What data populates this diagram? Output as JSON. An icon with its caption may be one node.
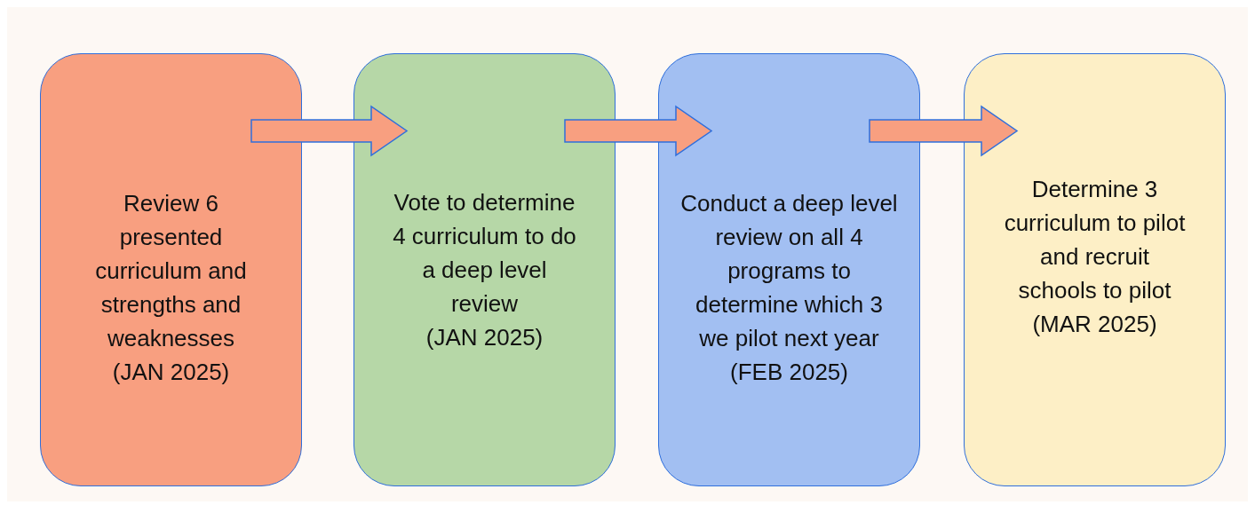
{
  "diagram": {
    "nodes": [
      {
        "text": [
          "Review 6 presented curriculum and strengths and weaknesses",
          "(JAN 2025)"
        ]
      },
      {
        "text": [
          "Vote to determine 4 curriculum to do a deep level review",
          "(JAN 2025)"
        ]
      },
      {
        "text": [
          "Conduct a deep level review on all 4 programs to determine which 3 we pilot next year",
          "(FEB 2025)"
        ]
      },
      {
        "text": [
          "Determine 3 curriculum to pilot and recruit schools to pilot",
          "(MAR 2025)"
        ]
      }
    ],
    "edges": [
      {
        "from": 0,
        "to": 1,
        "arrow": "to"
      },
      {
        "from": 1,
        "to": 2,
        "arrow": "to"
      },
      {
        "from": 2,
        "to": 3,
        "arrow": "to"
      }
    ]
  }
}
